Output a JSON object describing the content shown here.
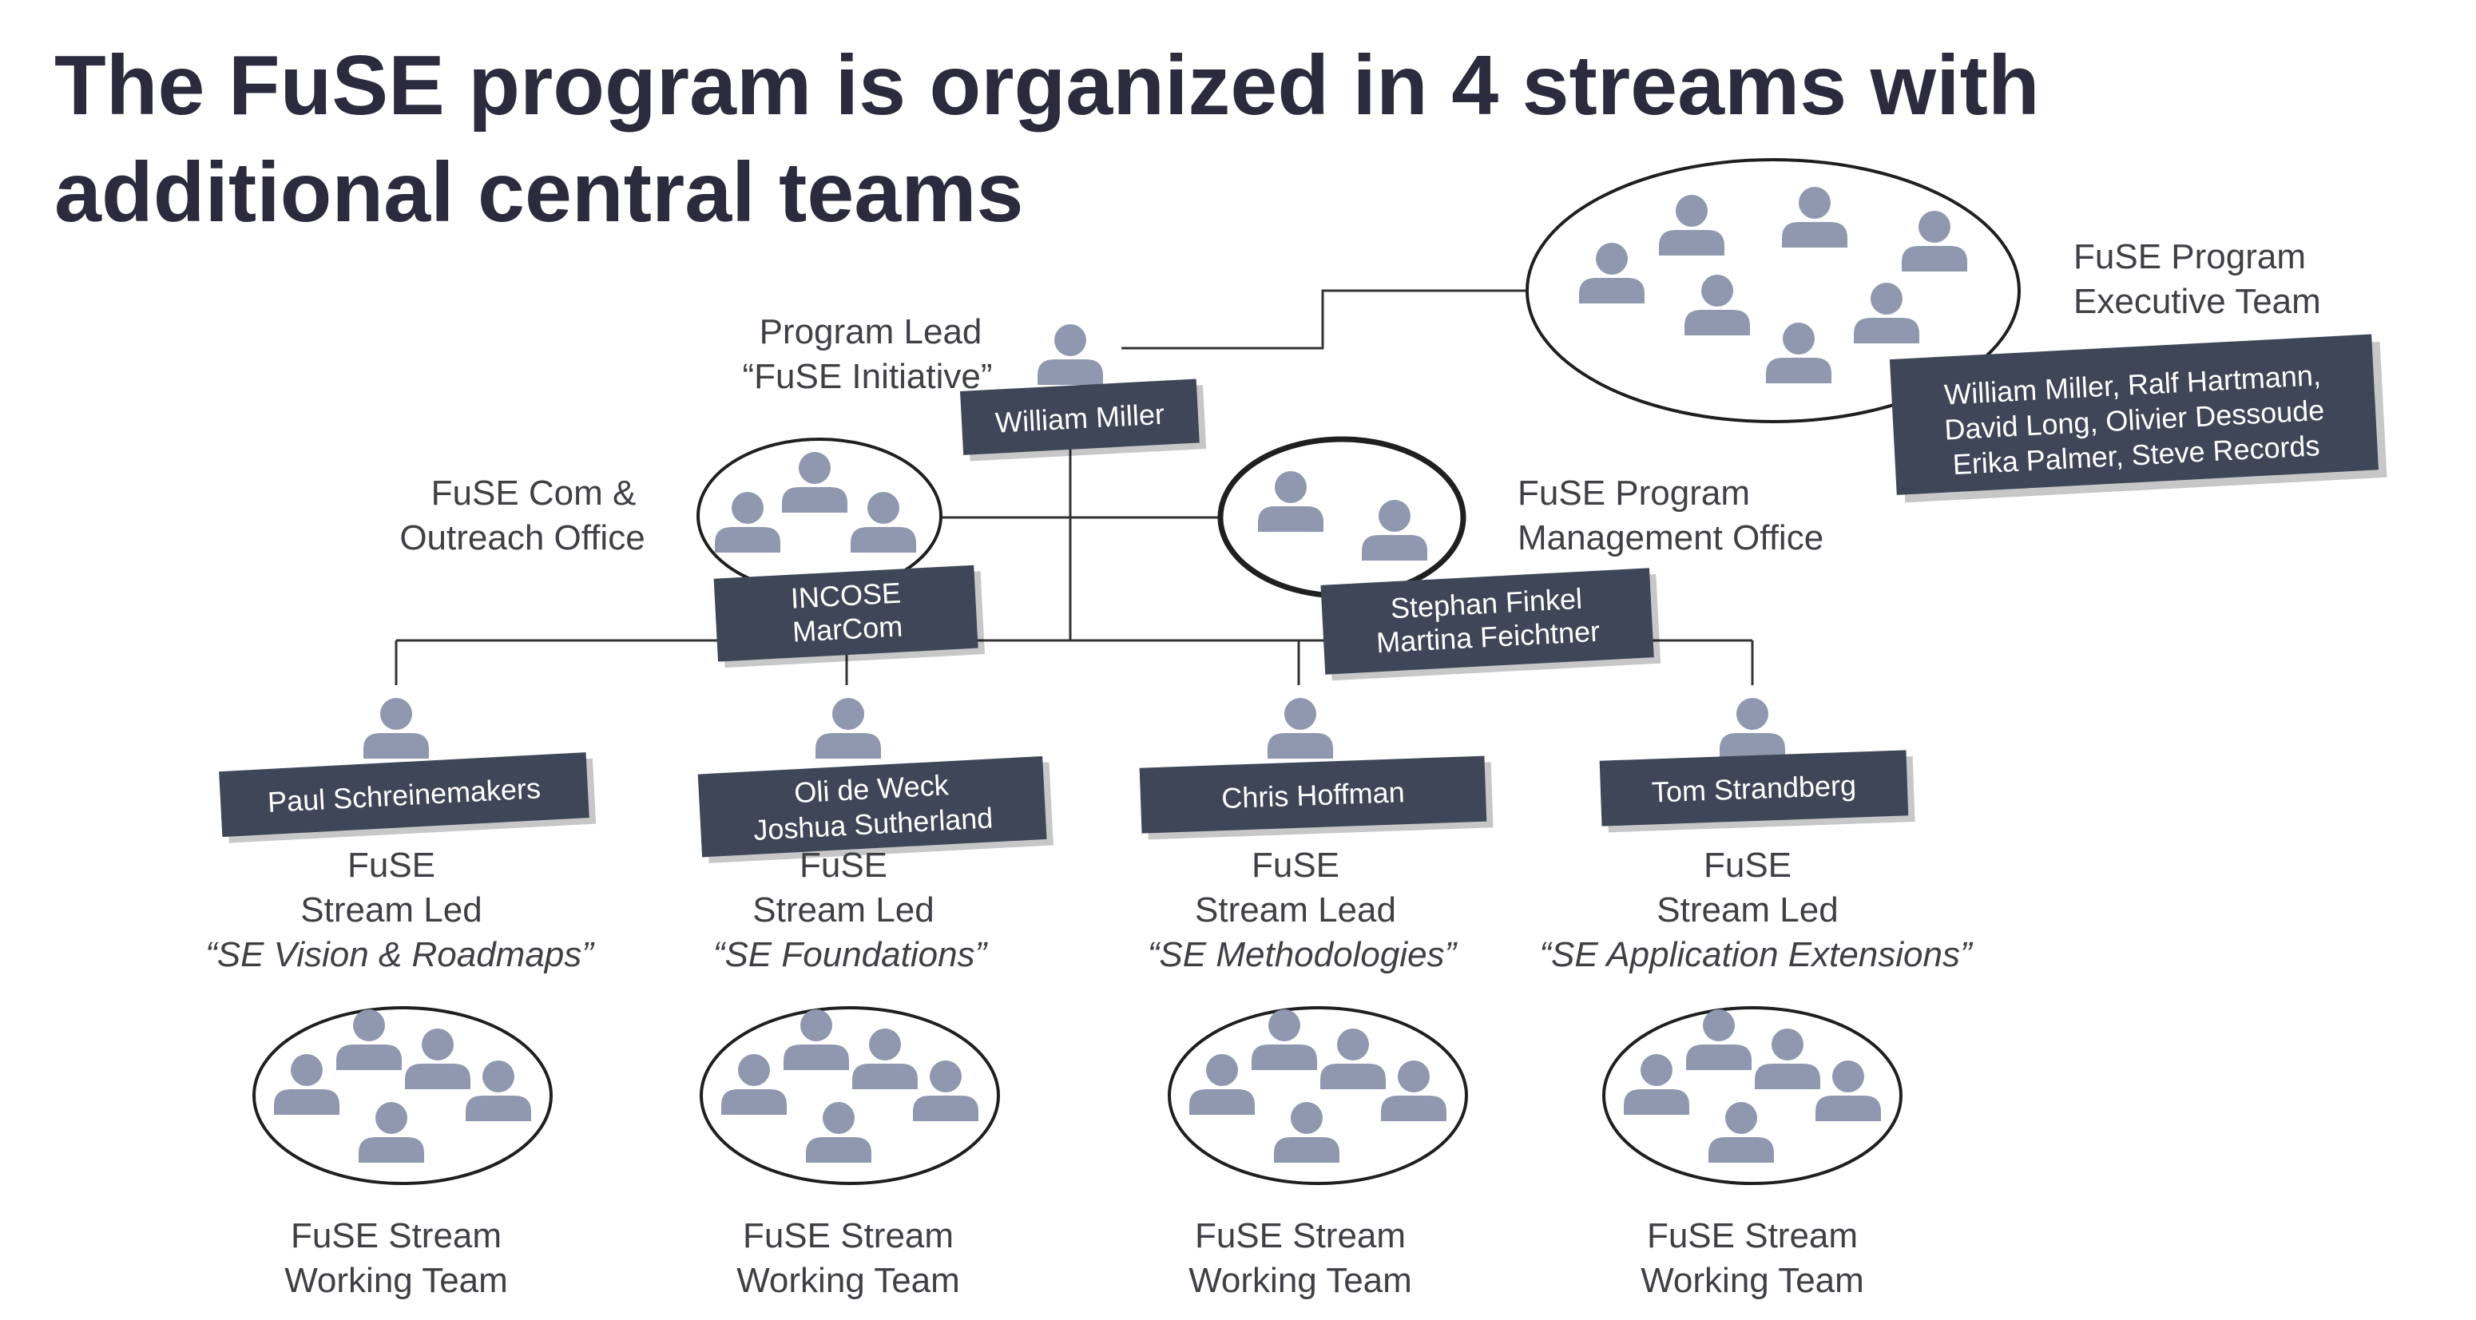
{
  "title": "The FuSE program is organized in 4 streams with additional central teams",
  "colors": {
    "box": "#3f4658",
    "person_icon": "#8f98ae",
    "title": "#2b2b3d",
    "text": "#3f3f46"
  },
  "program_lead": {
    "role_line1": "Program Lead",
    "role_line2": "“FuSE Initiative”",
    "name": "William Miller"
  },
  "executive_team": {
    "label_line1": "FuSE Program",
    "label_line2": "Executive Team",
    "names_line1": "William Miller, Ralf Hartmann,",
    "names_line2": "David Long, Olivier Dessoude",
    "names_line3": "Erika Palmer, Steve Records"
  },
  "com_office": {
    "label_line1": "FuSE Com &",
    "label_line2": "Outreach Office",
    "name_line1": "INCOSE",
    "name_line2": "MarCom"
  },
  "pmo": {
    "label_line1": "FuSE Program",
    "label_line2": "Management Office",
    "name_line1": "Stephan Finkel",
    "name_line2": "Martina Feichtner"
  },
  "streams": [
    {
      "name_line1": "Paul Schreinemakers",
      "name_line2": "",
      "role_line1": "FuSE",
      "role_line2": "Stream Led",
      "stream": "“SE Vision & Roadmaps”",
      "team_line1": "FuSE Stream",
      "team_line2": "Working Team"
    },
    {
      "name_line1": "Oli de Weck",
      "name_line2": "Joshua Sutherland",
      "role_line1": "FuSE",
      "role_line2": "Stream Led",
      "stream": "“SE Foundations”",
      "team_line1": "FuSE Stream",
      "team_line2": "Working Team"
    },
    {
      "name_line1": "Chris Hoffman",
      "name_line2": "",
      "role_line1": "FuSE",
      "role_line2": "Stream Lead",
      "stream": "“SE Methodologies”",
      "team_line1": "FuSE Stream",
      "team_line2": "Working Team"
    },
    {
      "name_line1": "Tom Strandberg",
      "name_line2": "",
      "role_line1": "FuSE",
      "role_line2": "Stream Led",
      "stream": "“SE Application Extensions”",
      "team_line1": "FuSE Stream",
      "team_line2": "Working Team"
    }
  ]
}
